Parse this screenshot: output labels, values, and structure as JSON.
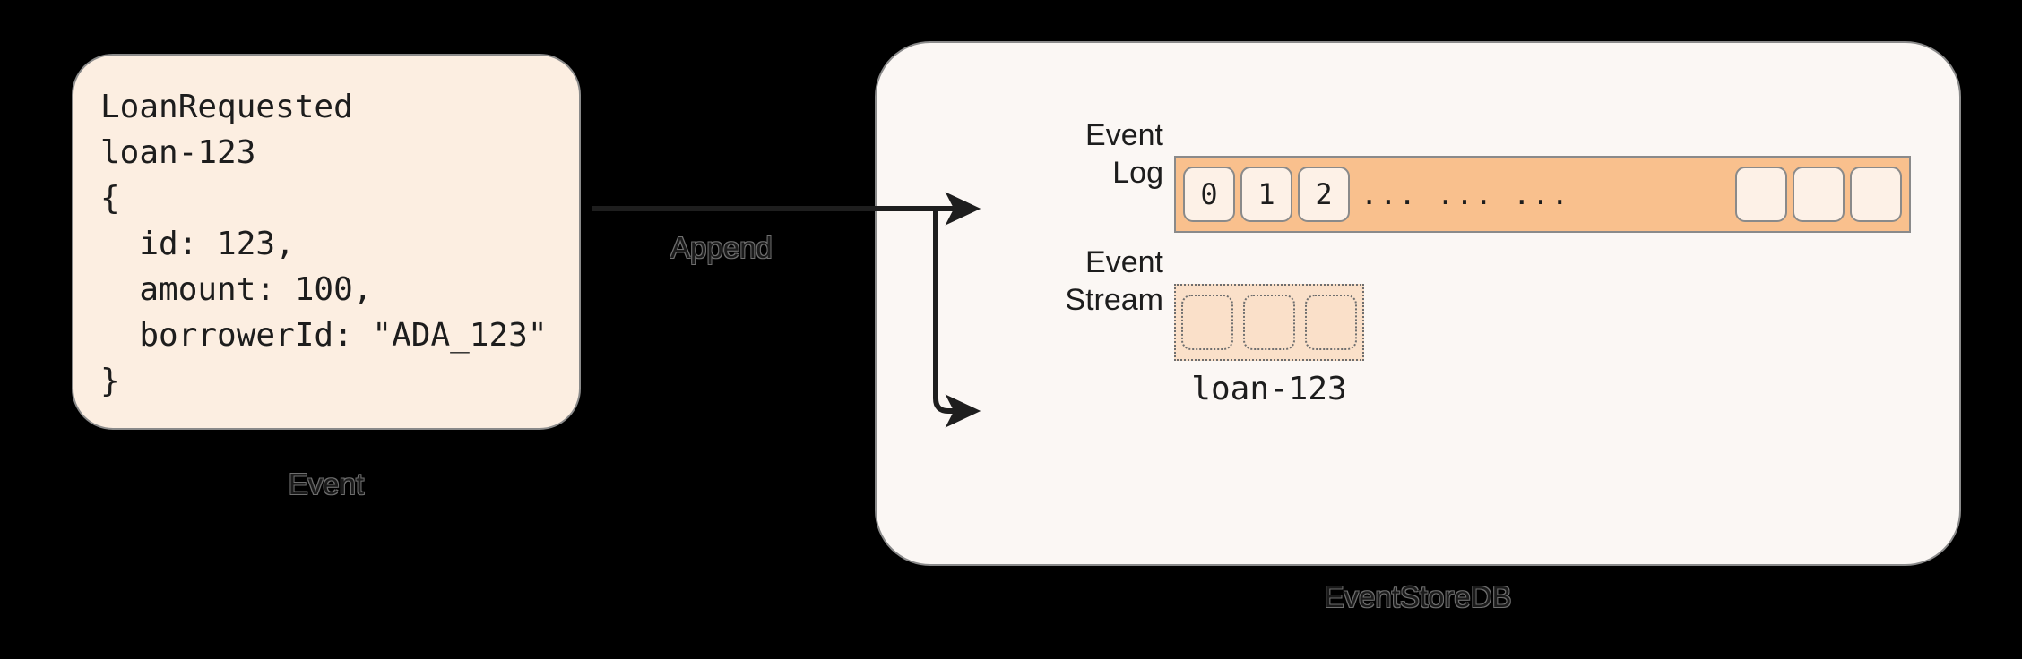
{
  "diagram": {
    "background_color": "#000000",
    "event_card": {
      "label": "Event",
      "fill": "#FCEEE1",
      "border": "#8a8a8a",
      "code": "LoanRequested\nloan-123\n{\n  id: 123,\n  amount: 100,\n  borrowerId: \"ADA_123\"\n}"
    },
    "arrow": {
      "label": "Append",
      "color": "#1e1e1e"
    },
    "store_card": {
      "label": "EventStoreDB",
      "fill": "#FBF7F4",
      "border": "#8a8a8a",
      "event_log": {
        "label": "Event\nLog",
        "bar_fill": "#F9C08D",
        "cell_fill": "#FDF1E7",
        "cells": [
          "0",
          "1",
          "2"
        ],
        "ellipsis": "... ... ...",
        "empty_cells": 3
      },
      "event_stream": {
        "label": "Event\nStream",
        "box_fill": "#FAE0C9",
        "border_style": "dotted",
        "cells": 3,
        "stream_name": "loan-123"
      }
    }
  }
}
